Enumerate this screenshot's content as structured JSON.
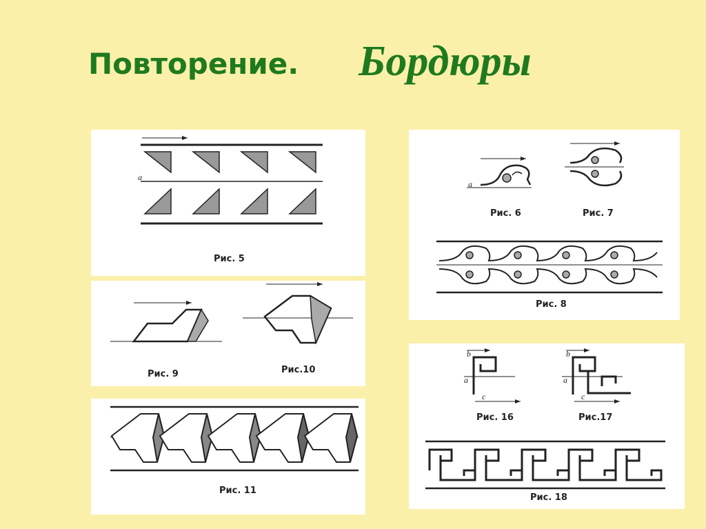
{
  "slide": {
    "title_main": "Повторение.",
    "title_accent": "Бордюры"
  },
  "figures": {
    "fig5": "Рис. 5",
    "fig6": "Рис. 6",
    "fig7": "Рис. 7",
    "fig8": "Рис. 8",
    "fig9": "Рис. 9",
    "fig10": "Рис.10",
    "fig11": "Рис. 11",
    "fig16": "Рис. 16",
    "fig17": "Рис.17",
    "fig18": "Рис. 18"
  },
  "labels": {
    "a": "a",
    "b": "b",
    "c": "c"
  },
  "colors": {
    "background": "#fbf0a9",
    "title": "#1f7a1f",
    "panel": "#ffffff",
    "ink": "#222222"
  }
}
